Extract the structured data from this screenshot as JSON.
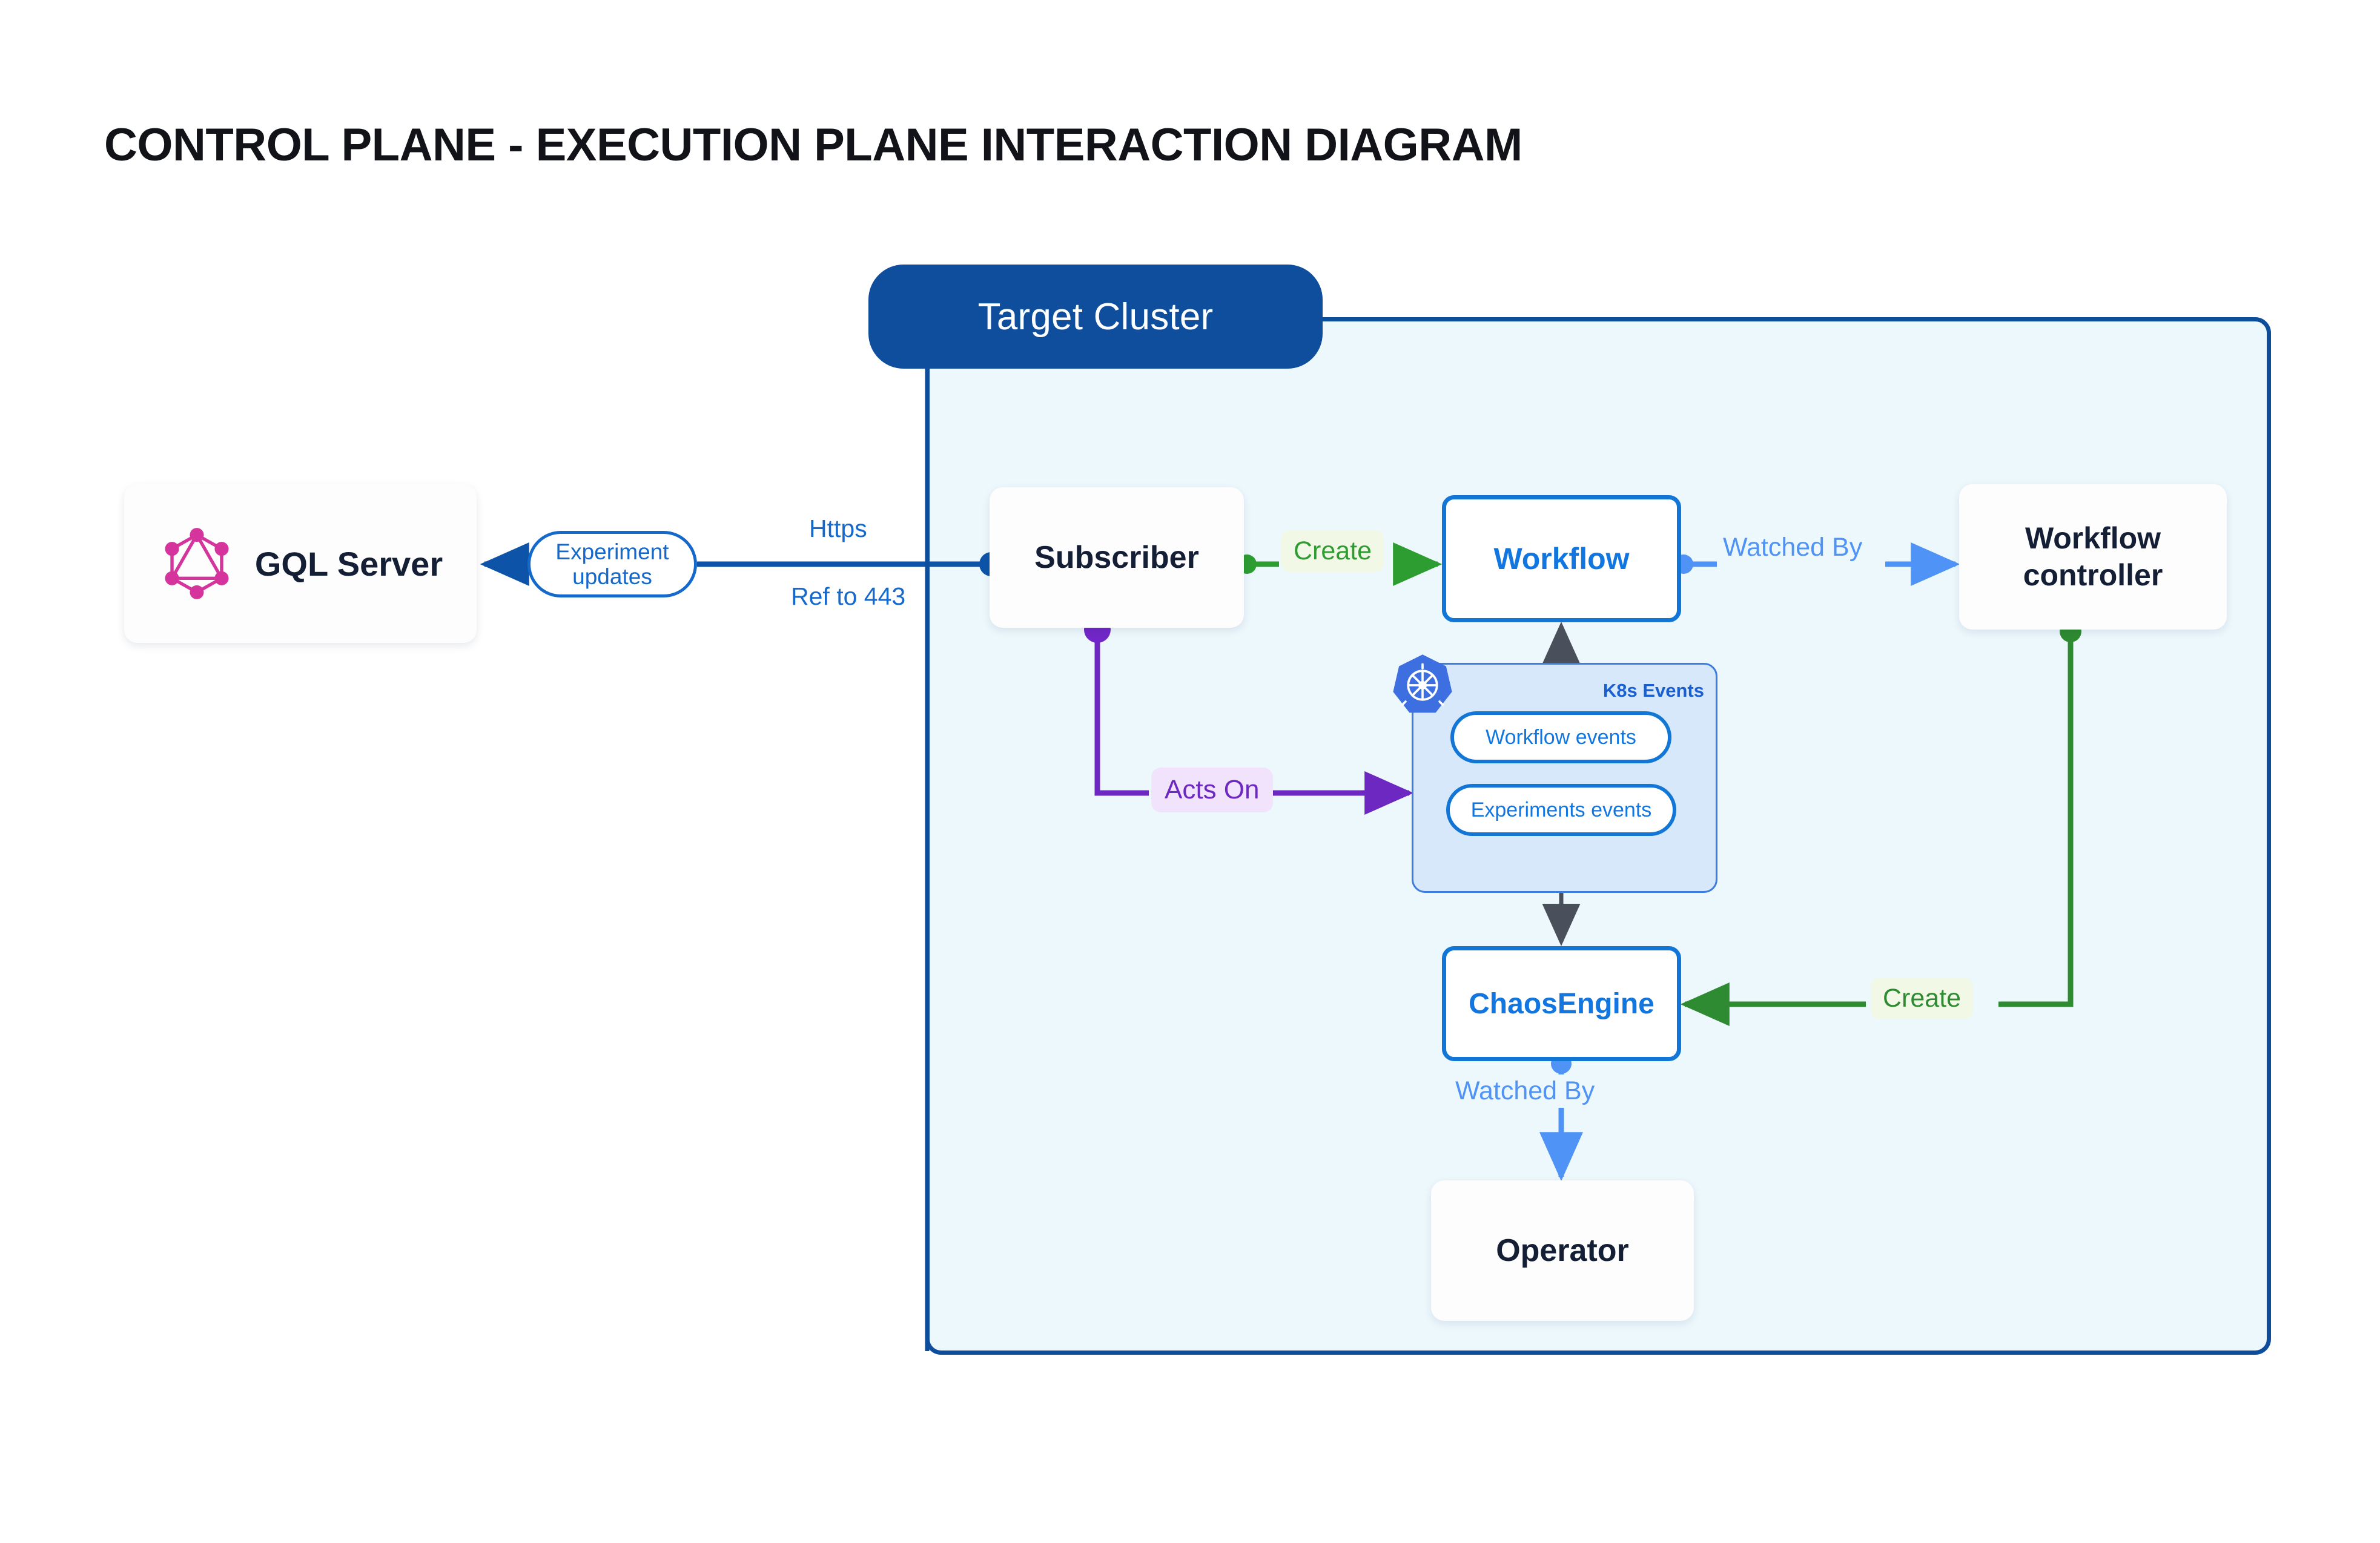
{
  "page": {
    "title": "CONTROL PLANE - EXECUTION PLANE INTERACTION DIAGRAM",
    "background": "#ffffff"
  },
  "cluster": {
    "name": "Target Cluster",
    "fill": "#edf8fd",
    "border": "#0d4d9b",
    "pill_fill": "#0e4e9d",
    "pill_text_color": "#ffffff"
  },
  "nodes": {
    "gql_server": {
      "label": "GQL Server",
      "icon": "graphql-icon",
      "icon_color": "#d63aa0",
      "text_color": "#141f35",
      "style": "white-card"
    },
    "subscriber": {
      "label": "Subscriber",
      "text_color": "#141f35",
      "style": "white-card"
    },
    "workflow": {
      "label": "Workflow",
      "text_color": "#1176e0",
      "border_color": "#1176d6",
      "style": "outlined-card"
    },
    "workflow_controller": {
      "label_line1": "Workflow",
      "label_line2": "controller",
      "text_color": "#141f35",
      "style": "white-card"
    },
    "chaosengine": {
      "label": "ChaosEngine",
      "text_color": "#1176e0",
      "border_color": "#1176d6",
      "style": "outlined-card"
    },
    "operator": {
      "label": "Operator",
      "text_color": "#141f35",
      "style": "white-card"
    }
  },
  "k8s_panel": {
    "title": "K8s Events",
    "icon": "kubernetes-icon",
    "icon_color": "#3d6fe0",
    "fill": "#d6e8fa",
    "border": "#3d7ddb",
    "title_color": "#1a5fd0",
    "pills": [
      {
        "label": "Workflow events",
        "text_color": "#1176e0",
        "border_color": "#1176d6"
      },
      {
        "label": "Experiments events",
        "text_color": "#1176e0",
        "border_color": "#1176d6"
      }
    ]
  },
  "edges": {
    "experiment_updates": {
      "label": "Experiment updates",
      "line1": "Experiment",
      "line2": "updates",
      "color": "#1569cb",
      "from": "subscriber",
      "to": "gql_server"
    },
    "https": {
      "label": "Https",
      "color": "#1569cb"
    },
    "ref_443": {
      "label": "Ref to 443",
      "color": "#1569cb"
    },
    "create_workflow": {
      "label": "Create",
      "color": "#2e9d31",
      "bg": "#f2f8e6",
      "from": "subscriber",
      "to": "workflow"
    },
    "watched_by_workflow": {
      "label": "Watched By",
      "color": "#4e93f5",
      "from": "workflow",
      "to": "workflow_controller"
    },
    "acts_on": {
      "label": "Acts On",
      "color": "#6d28c2",
      "bg": "#f0e3fb",
      "from": "subscriber",
      "to": "k8s_events"
    },
    "create_chaosengine": {
      "label": "Create",
      "color": "#2e8b31",
      "bg": "#f2f8e6",
      "from": "workflow_controller",
      "to": "chaosengine"
    },
    "watched_by_operator": {
      "label": "Watched By",
      "color": "#4e93f5",
      "from": "chaosengine",
      "to": "operator"
    },
    "workflow_events_up": {
      "label": "",
      "color": "#4a4f5c",
      "from": "workflow_events",
      "to": "workflow"
    },
    "experiments_events_down": {
      "label": "",
      "color": "#4a4f5c",
      "from": "experiments_events",
      "to": "chaosengine"
    }
  }
}
